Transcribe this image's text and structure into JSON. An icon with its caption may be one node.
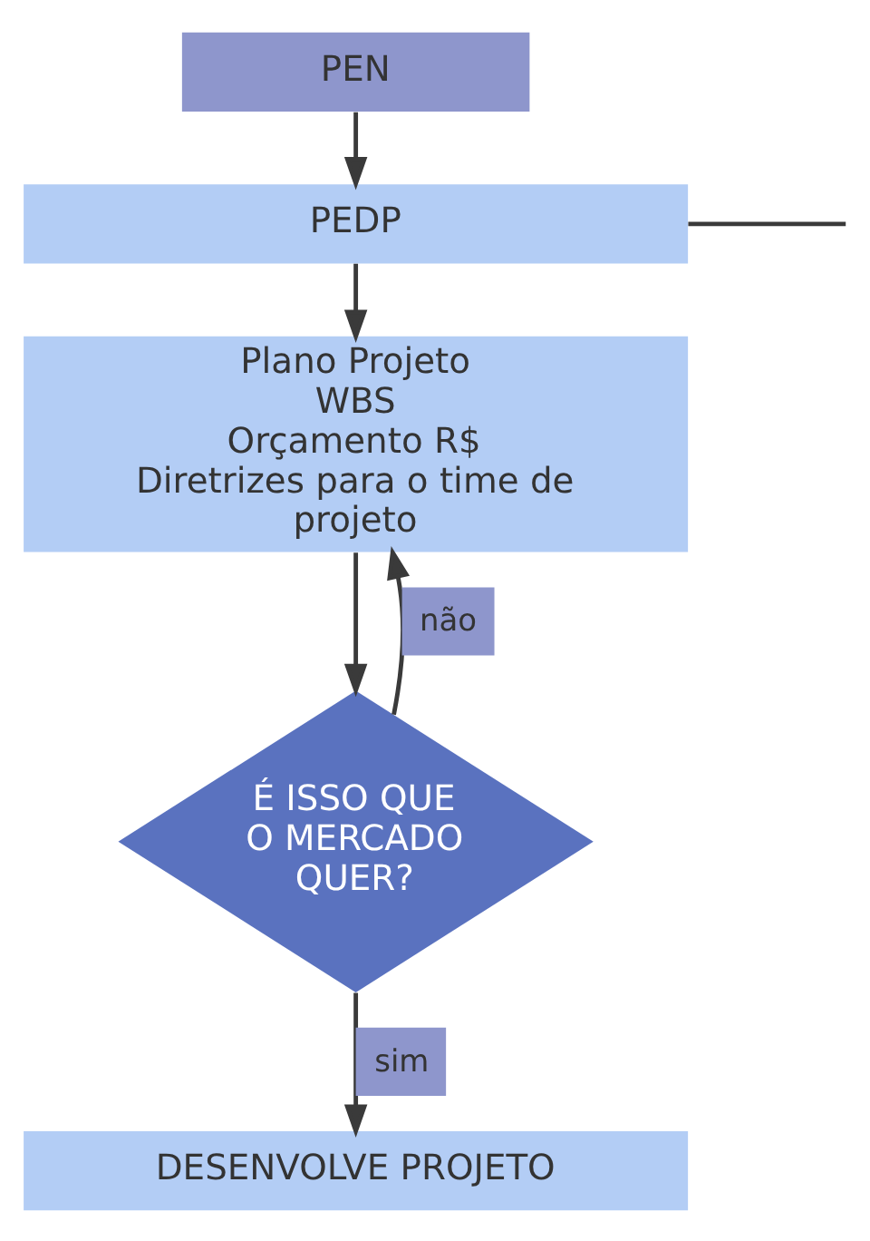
{
  "diagram": {
    "nodes": [
      {
        "text": [
          "PEN"
        ]
      },
      {
        "text": [
          "PEDP"
        ]
      },
      {
        "text": [
          "Plano Projeto WBS Orçamento R$ Diretrizes para o time de projeto"
        ]
      },
      {
        "text": [
          "É ISSO QUE O MERCADO QUER?"
        ]
      },
      {
        "text": [
          "DESENVOLVE PROJETO"
        ]
      }
    ],
    "edges": [
      {
        "from": 0,
        "to": 1,
        "arrow": "to"
      },
      {
        "from": 1,
        "to": 2,
        "arrow": "to"
      },
      {
        "from": 1,
        "to": null,
        "arrow": "none"
      },
      {
        "from": 3,
        "to": 2,
        "arrow": "to",
        "label": "não"
      },
      {
        "from": 2,
        "to": 3,
        "arrow": "to"
      },
      {
        "from": 3,
        "to": 4,
        "arrow": "to",
        "label": "sim"
      }
    ]
  }
}
